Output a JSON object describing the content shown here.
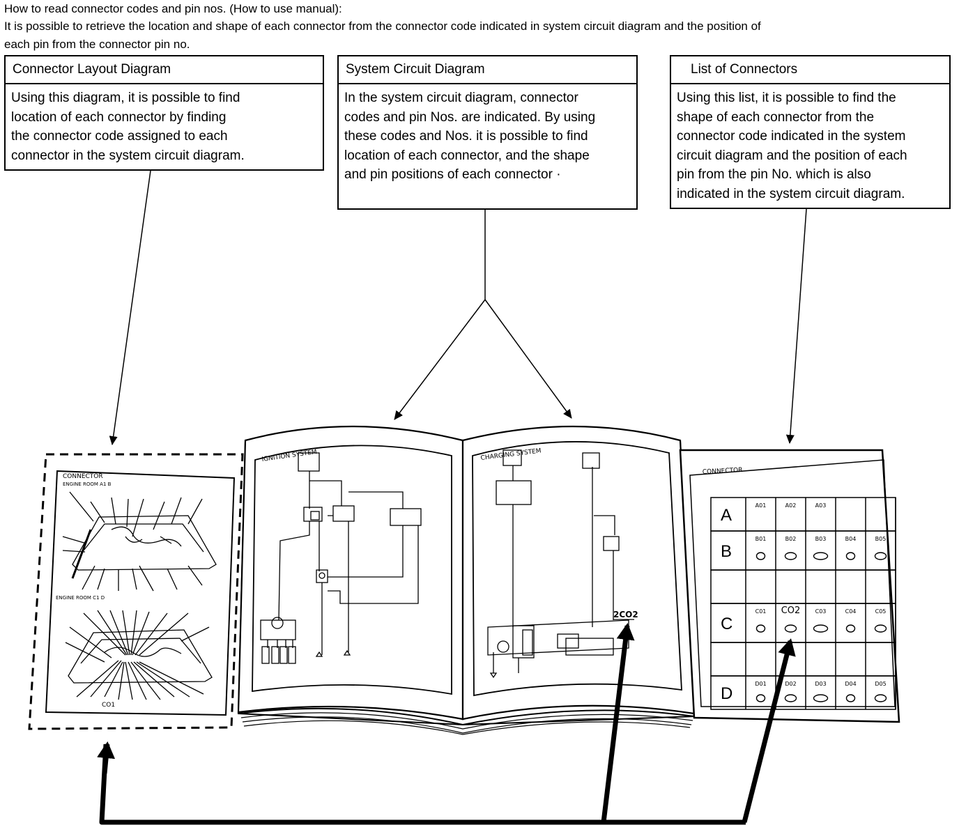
{
  "header": {
    "line1": "How to read connector codes and pin nos. (How to use manual):",
    "line2": "It is possible to retrieve the location and shape of each connector from the connector code indicated in system circuit diagram  and the position of",
    "line3": "each pin from the connector pin no."
  },
  "boxes": [
    {
      "title": "Connector Layout Diagram",
      "body": [
        "Using this diagram, it is possible to find",
        "location of each connector by finding",
        "the connector code assigned to each",
        "connector in the system circuit diagram."
      ]
    },
    {
      "title": "System Circuit Diagram",
      "body": [
        "In the system circuit diagram, connector",
        "codes and pin Nos. are indicated. By using",
        "these codes and Nos. it is possible to find",
        "location of each connector, and the shape",
        "and pin positions of   each connector ·"
      ]
    },
    {
      "title": "List of Connectors",
      "body": [
        "Using this list, it is possible to find the",
        "shape of each connector from the",
        "connector code indicated in the system",
        "circuit diagram and the position of each",
        "pin from the pin No. which is also",
        "indicated in the system circuit diagram."
      ]
    }
  ],
  "layout_page": {
    "title": "CONNECTOR",
    "sub1": "ENGINE ROOM A1 B",
    "sub2": "ENGINE ROOM C1 D",
    "code": "CO1"
  },
  "book": {
    "left_title": "IGNITION  SYSTEM",
    "right_title": "CHARGING  SYSTEM",
    "code_label": "2CO2"
  },
  "list_page": {
    "title": "CONNECTOR",
    "rows": [
      {
        "letter": "A",
        "codes": [
          "A01",
          "A02",
          "A03",
          "",
          ""
        ]
      },
      {
        "letter": "B",
        "codes": [
          "B01",
          "B02",
          "B03",
          "B04",
          "B05"
        ]
      },
      {
        "letter": "",
        "codes": [
          "",
          "",
          "",
          "",
          ""
        ]
      },
      {
        "letter": "C",
        "codes": [
          "C01",
          "CO2",
          "C03",
          "C04",
          "C05"
        ]
      },
      {
        "letter": "",
        "codes": [
          "",
          "",
          "",
          "",
          ""
        ]
      },
      {
        "letter": "D",
        "codes": [
          "D01",
          "D02",
          "D03",
          "D04",
          "D05"
        ]
      }
    ]
  }
}
